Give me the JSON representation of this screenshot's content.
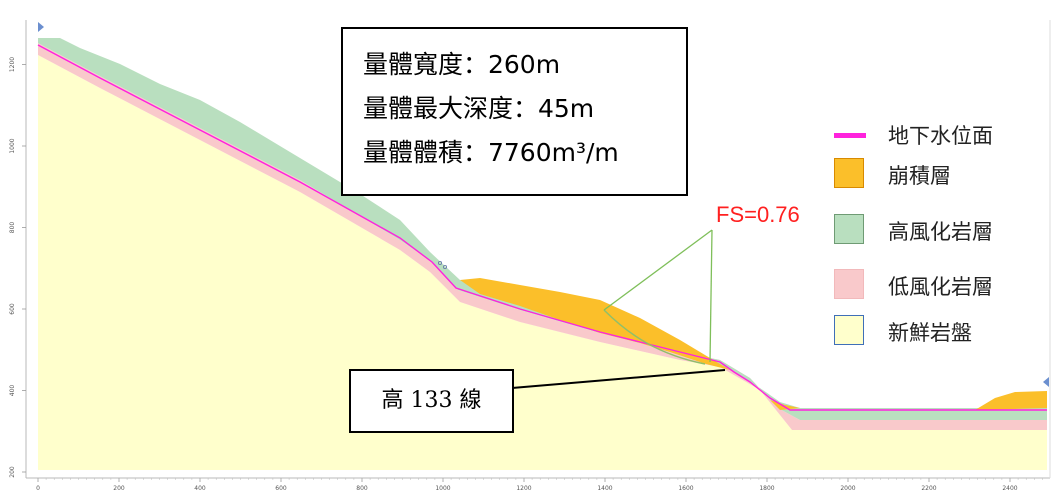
{
  "info_box": {
    "lines": [
      "量體寬度：260m",
      "量體最大深度：45m",
      "量體體積：7760m³/m"
    ]
  },
  "legend": [
    {
      "label": "地下水位面",
      "kind": "line",
      "color": "#ff22dd"
    },
    {
      "label": "崩積層",
      "kind": "fill",
      "color": "#fbbf2a",
      "border": "#d88a00"
    },
    {
      "label": "高風化岩層",
      "kind": "fill",
      "color": "#b9dfbf",
      "border": "#6f9b74"
    },
    {
      "label": "低風化岩層",
      "kind": "fill",
      "color": "#f9c9cb",
      "border": "#e3a6a9"
    },
    {
      "label": "新鮮岩盤",
      "kind": "fill",
      "color": "#ffffcc",
      "border": "#3f6fb8"
    }
  ],
  "fs_label": "FS=0.76",
  "section_label": "高 133 線",
  "x_axis": {
    "ticks": [
      "0",
      "200",
      "400",
      "600",
      "800",
      "1000",
      "1200",
      "1400",
      "1600",
      "1800",
      "2000",
      "2200",
      "2400"
    ]
  },
  "y_axis": {
    "ticks": [
      "200",
      "400",
      "600",
      "800",
      "1000",
      "1200"
    ]
  }
}
